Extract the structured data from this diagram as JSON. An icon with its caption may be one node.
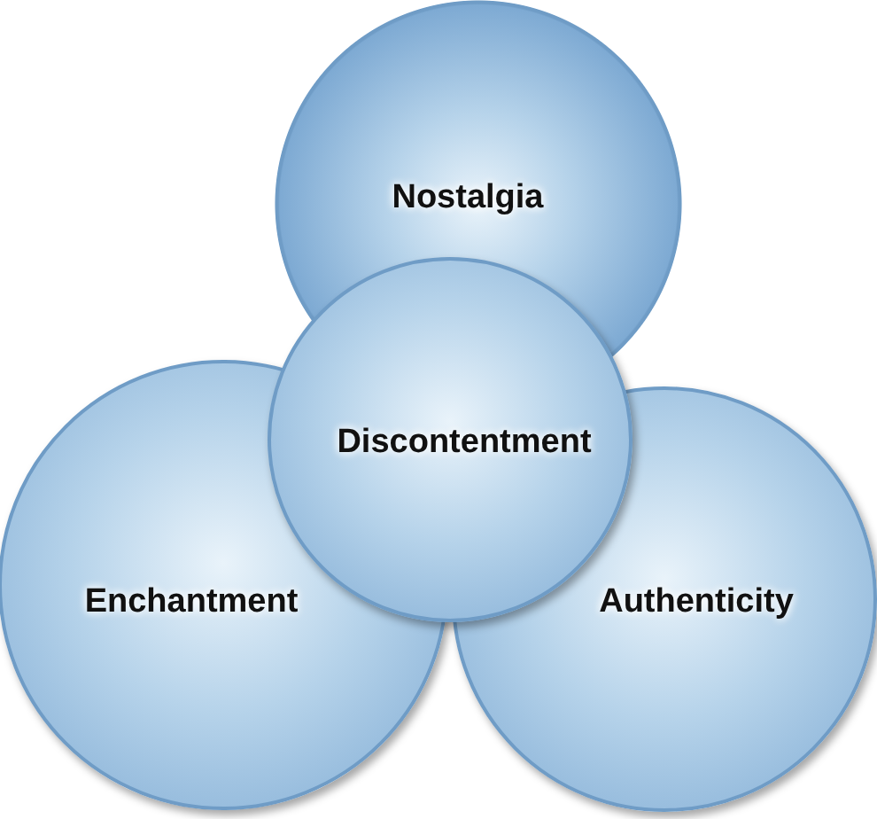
{
  "diagram": {
    "nodes": [
      {
        "text": [
          "Nostalgia"
        ]
      },
      {
        "text": [
          "Enchantment"
        ]
      },
      {
        "text": [
          "Authenticity"
        ]
      },
      {
        "text": [
          "Discontentment"
        ]
      }
    ],
    "edges": []
  }
}
